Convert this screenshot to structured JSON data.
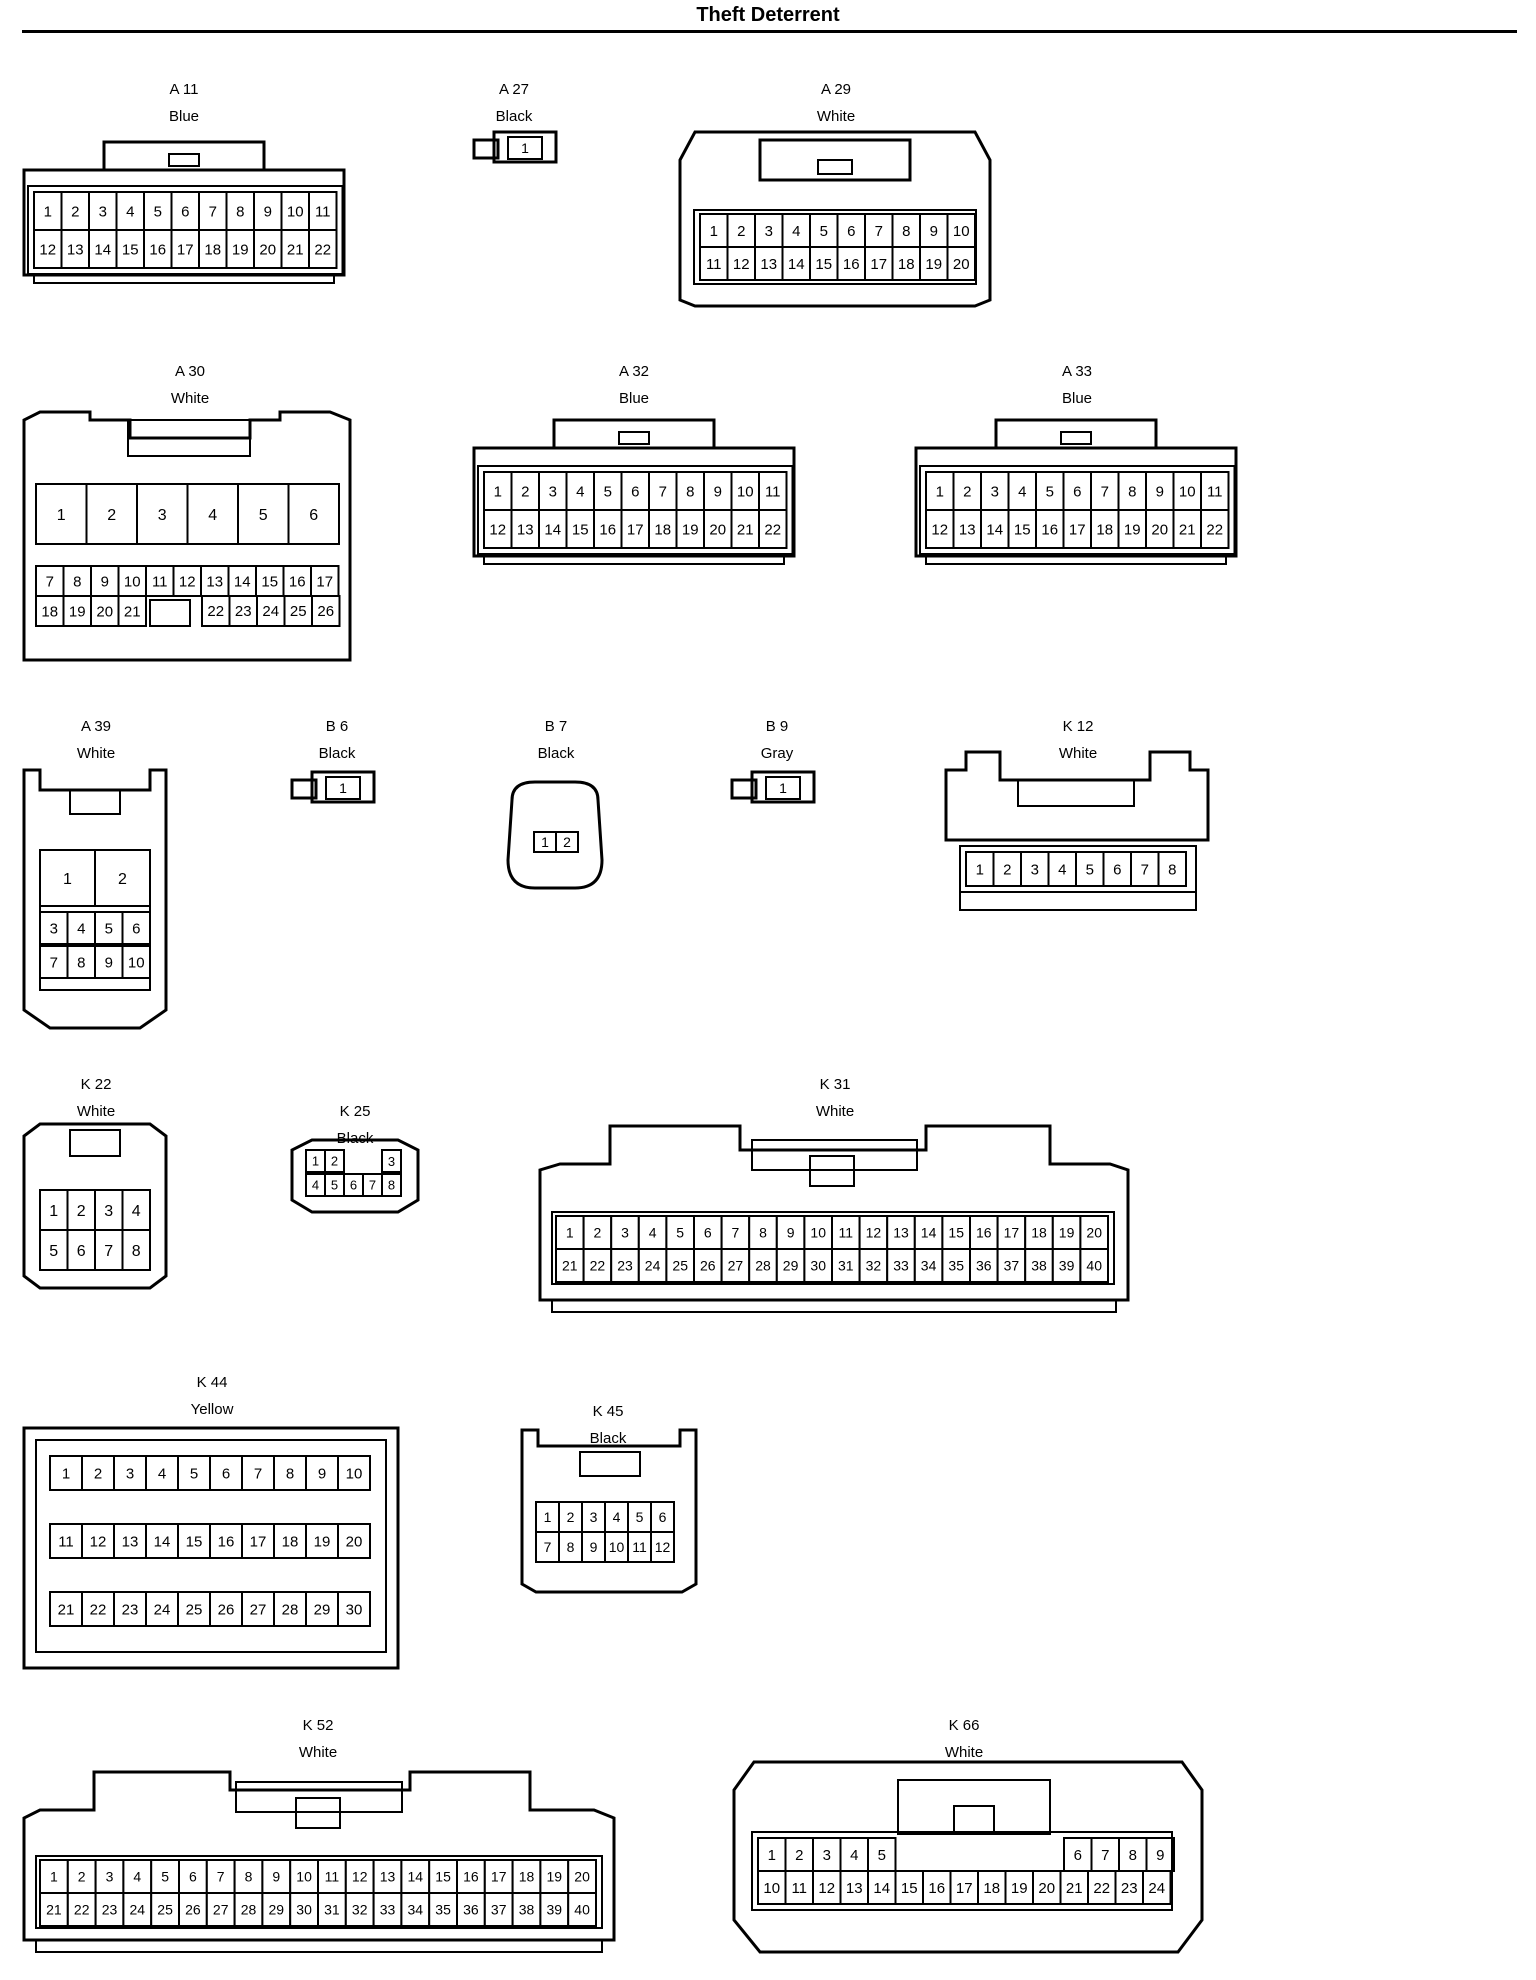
{
  "title": "Theft Deterrent",
  "connectors": [
    {
      "id": "A 11",
      "color": "Blue",
      "rows": [
        [
          1,
          2,
          3,
          4,
          5,
          6,
          7,
          8,
          9,
          10,
          11
        ],
        [
          12,
          13,
          14,
          15,
          16,
          17,
          18,
          19,
          20,
          21,
          22
        ]
      ]
    },
    {
      "id": "A 27",
      "color": "Black",
      "rows": [
        [
          1
        ]
      ]
    },
    {
      "id": "A 29",
      "color": "White",
      "rows": [
        [
          1,
          2,
          3,
          4,
          5,
          6,
          7,
          8,
          9,
          10
        ],
        [
          11,
          12,
          13,
          14,
          15,
          16,
          17,
          18,
          19,
          20
        ]
      ]
    },
    {
      "id": "A 30",
      "color": "White",
      "rows": [
        [
          1,
          2,
          3,
          4,
          5,
          6
        ],
        [
          7,
          8,
          9,
          10,
          11,
          12,
          13,
          14,
          15,
          16,
          17
        ],
        [
          18,
          19,
          20,
          21,
          22,
          23,
          24,
          25,
          26
        ]
      ]
    },
    {
      "id": "A 32",
      "color": "Blue",
      "rows": [
        [
          1,
          2,
          3,
          4,
          5,
          6,
          7,
          8,
          9,
          10,
          11
        ],
        [
          12,
          13,
          14,
          15,
          16,
          17,
          18,
          19,
          20,
          21,
          22
        ]
      ]
    },
    {
      "id": "A 33",
      "color": "Blue",
      "rows": [
        [
          1,
          2,
          3,
          4,
          5,
          6,
          7,
          8,
          9,
          10,
          11
        ],
        [
          12,
          13,
          14,
          15,
          16,
          17,
          18,
          19,
          20,
          21,
          22
        ]
      ]
    },
    {
      "id": "A 39",
      "color": "White",
      "rows": [
        [
          1,
          2
        ],
        [
          3,
          4,
          5,
          6
        ],
        [
          7,
          8,
          9,
          10
        ]
      ]
    },
    {
      "id": "B 6",
      "color": "Black",
      "rows": [
        [
          1
        ]
      ]
    },
    {
      "id": "B 7",
      "color": "Black",
      "rows": [
        [
          1,
          2
        ]
      ]
    },
    {
      "id": "B 9",
      "color": "Gray",
      "rows": [
        [
          1
        ]
      ]
    },
    {
      "id": "K 12",
      "color": "White",
      "rows": [
        [
          1,
          2,
          3,
          4,
          5,
          6,
          7,
          8
        ]
      ]
    },
    {
      "id": "K 22",
      "color": "White",
      "rows": [
        [
          1,
          2,
          3,
          4
        ],
        [
          5,
          6,
          7,
          8
        ]
      ]
    },
    {
      "id": "K 25",
      "color": "Black",
      "rows": [
        [
          1,
          2,
          3
        ],
        [
          4,
          5,
          6,
          7,
          8
        ]
      ]
    },
    {
      "id": "K 31",
      "color": "White",
      "rows": [
        [
          1,
          2,
          3,
          4,
          5,
          6,
          7,
          8,
          9,
          10,
          11,
          12,
          13,
          14,
          15,
          16,
          17,
          18,
          19,
          20
        ],
        [
          21,
          22,
          23,
          24,
          25,
          26,
          27,
          28,
          29,
          30,
          31,
          32,
          33,
          34,
          35,
          36,
          37,
          38,
          39,
          40
        ]
      ]
    },
    {
      "id": "K 44",
      "color": "Yellow",
      "rows": [
        [
          1,
          2,
          3,
          4,
          5,
          6,
          7,
          8,
          9,
          10
        ],
        [
          11,
          12,
          13,
          14,
          15,
          16,
          17,
          18,
          19,
          20
        ],
        [
          21,
          22,
          23,
          24,
          25,
          26,
          27,
          28,
          29,
          30
        ]
      ]
    },
    {
      "id": "K 45",
      "color": "Black",
      "rows": [
        [
          1,
          2,
          3,
          4,
          5,
          6
        ],
        [
          7,
          8,
          9,
          10,
          11,
          12
        ]
      ]
    },
    {
      "id": "K 52",
      "color": "White",
      "rows": [
        [
          1,
          2,
          3,
          4,
          5,
          6,
          7,
          8,
          9,
          10,
          11,
          12,
          13,
          14,
          15,
          16,
          17,
          18,
          19,
          20
        ],
        [
          21,
          22,
          23,
          24,
          25,
          26,
          27,
          28,
          29,
          30,
          31,
          32,
          33,
          34,
          35,
          36,
          37,
          38,
          39,
          40
        ]
      ]
    },
    {
      "id": "K 66",
      "color": "White",
      "rows": [
        [
          1,
          2,
          3,
          4,
          5,
          6,
          7,
          8,
          9
        ],
        [
          10,
          11,
          12,
          13,
          14,
          15,
          16,
          17,
          18,
          19,
          20,
          21,
          22,
          23,
          24
        ]
      ]
    }
  ]
}
